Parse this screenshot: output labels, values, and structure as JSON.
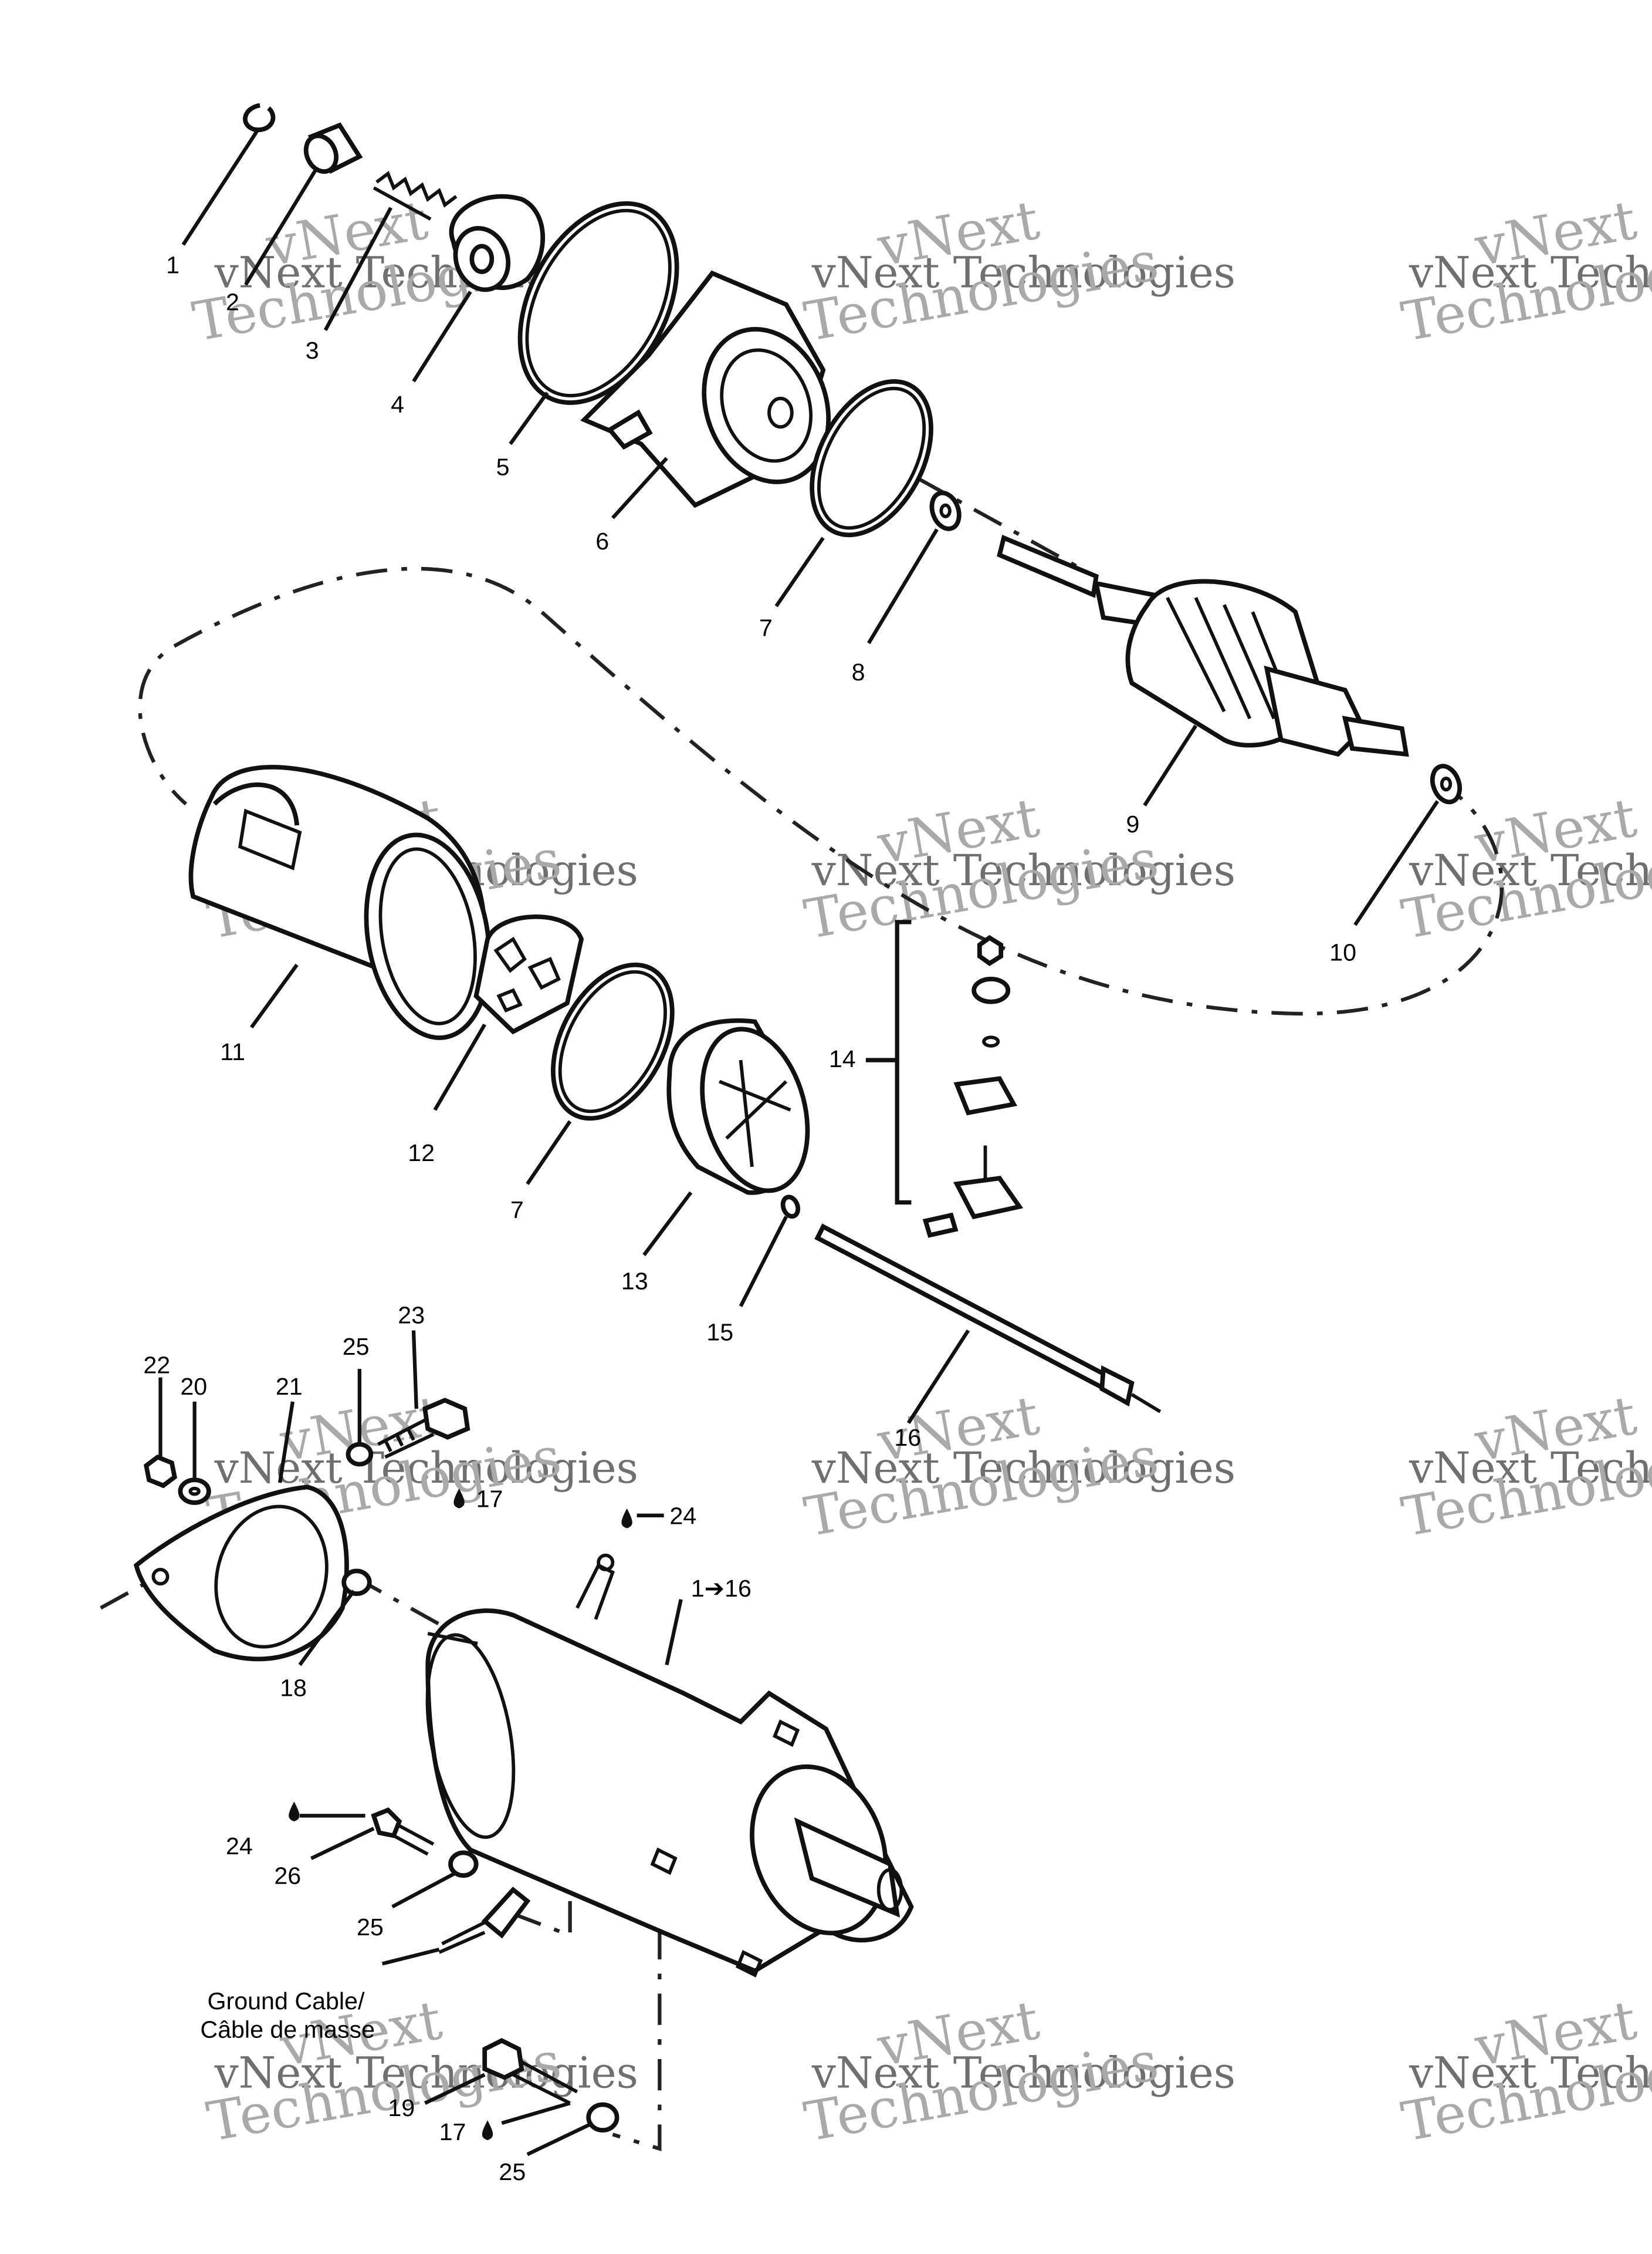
{
  "diagram": {
    "callouts": [
      {
        "id": "c1",
        "text": "1"
      },
      {
        "id": "c2",
        "text": "2"
      },
      {
        "id": "c3",
        "text": "3"
      },
      {
        "id": "c4",
        "text": "4"
      },
      {
        "id": "c5",
        "text": "5"
      },
      {
        "id": "c6",
        "text": "6"
      },
      {
        "id": "c7a",
        "text": "7"
      },
      {
        "id": "c8",
        "text": "8"
      },
      {
        "id": "c9",
        "text": "9"
      },
      {
        "id": "c10",
        "text": "10"
      },
      {
        "id": "c11",
        "text": "11"
      },
      {
        "id": "c12",
        "text": "12"
      },
      {
        "id": "c7b",
        "text": "7"
      },
      {
        "id": "c13",
        "text": "13"
      },
      {
        "id": "c14",
        "text": "14"
      },
      {
        "id": "c15",
        "text": "15"
      },
      {
        "id": "c16",
        "text": "16"
      },
      {
        "id": "c22",
        "text": "22"
      },
      {
        "id": "c20",
        "text": "20"
      },
      {
        "id": "c21",
        "text": "21"
      },
      {
        "id": "c25a",
        "text": "25"
      },
      {
        "id": "c23",
        "text": "23"
      },
      {
        "id": "c17a",
        "text": "17"
      },
      {
        "id": "c24a",
        "text": "24"
      },
      {
        "id": "c1to16",
        "text": "1➔16"
      },
      {
        "id": "c18",
        "text": "18"
      },
      {
        "id": "c24b",
        "text": "24"
      },
      {
        "id": "c26",
        "text": "26"
      },
      {
        "id": "c25b",
        "text": "25"
      },
      {
        "id": "c19",
        "text": "19"
      },
      {
        "id": "c17b",
        "text": "17"
      },
      {
        "id": "c25c",
        "text": "25"
      }
    ],
    "ground_cable_label": [
      "Ground Cable/",
      "Câble de masse"
    ],
    "watermark": {
      "line1": "vNext",
      "line2": "vNext Technologies",
      "line3": "Technologies"
    }
  }
}
